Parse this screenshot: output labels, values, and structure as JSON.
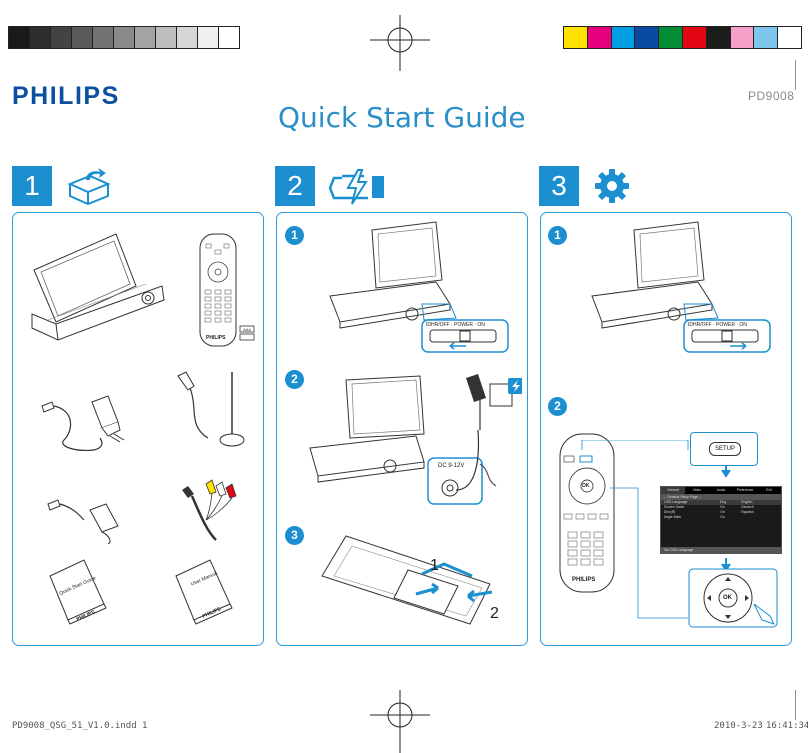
{
  "brand": "PHILIPS",
  "title": "Quick Start Guide",
  "model": "PD9008",
  "colors": {
    "brand": "#0b4fa0",
    "accent": "#1b8fd0",
    "grayscale_bar": [
      "#1a1a1a",
      "#2e2e2e",
      "#434343",
      "#5a5a5a",
      "#727272",
      "#8a8a8a",
      "#a3a3a3",
      "#bdbdbd",
      "#d6d6d6",
      "#efefef",
      "#ffffff"
    ],
    "color_bar": [
      "#ffe100",
      "#e5007e",
      "#009fe3",
      "#0a4aa3",
      "#008d36",
      "#e30613",
      "#1d1d1b",
      "#f4a0c8",
      "#7fc6ee",
      "#ffffff"
    ]
  },
  "steps": [
    {
      "number": "1",
      "icon": "unbox-icon"
    },
    {
      "number": "2",
      "icon": "charge-icon"
    },
    {
      "number": "3",
      "icon": "gear-icon"
    }
  ],
  "panel1": {
    "remote_brand": "PHILIPS",
    "batteries": "AAA",
    "doc_qsg": "Quick Start Guide",
    "doc_manual": "User Manual",
    "doc_brand": "PHILIPS"
  },
  "panel2": {
    "subs": [
      "1",
      "2",
      "3"
    ],
    "switch_label": "IDHR/OFF · POWER · ON",
    "dc_label": "DC 9-12V",
    "battery_steps": [
      "1",
      "2"
    ]
  },
  "panel3": {
    "subs": [
      "1",
      "2"
    ],
    "switch_label": "IDHR/OFF · POWER · ON",
    "setup_key": "SETUP",
    "ok_key": "OK",
    "remote_brand": "PHILIPS",
    "menu": {
      "tabs": [
        "General",
        "Video",
        "Audio",
        "Preference",
        "Exit"
      ],
      "page_title": "-- General Setup Page --",
      "rows": [
        {
          "label": "OSD Language",
          "value": "Eng",
          "option": "English"
        },
        {
          "label": "Screen Saver",
          "value": "On",
          "option": "Deutsch"
        },
        {
          "label": "Divx(R)",
          "value": "On",
          "option": "Español"
        },
        {
          "label": "Angle Mark",
          "value": "On",
          "option": ""
        }
      ],
      "status": "Set OSD Language"
    }
  },
  "footer": {
    "file": "PD9008_QSG_51_V1.0.indd   1",
    "date": "2010-3-23",
    "time": "16:41:34"
  }
}
